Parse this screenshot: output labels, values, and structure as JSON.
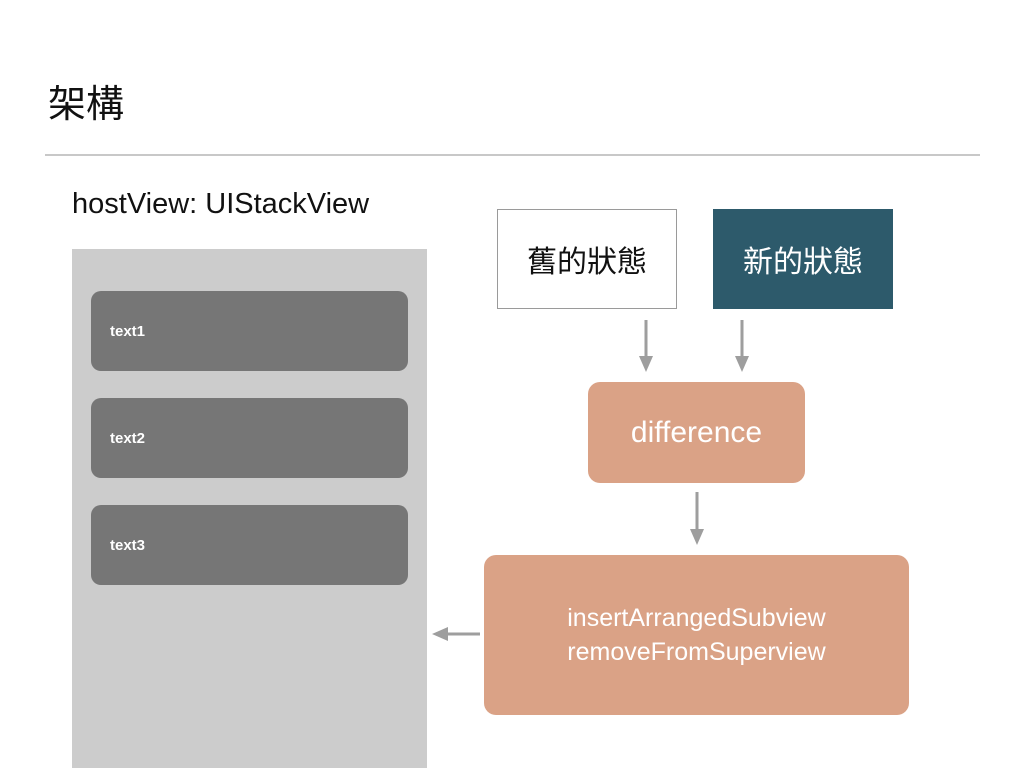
{
  "slide": {
    "title": "架構"
  },
  "host_view": {
    "label": "hostView: UIStackView",
    "items": [
      {
        "label": "text1"
      },
      {
        "label": "text2"
      },
      {
        "label": "text3"
      }
    ]
  },
  "states": {
    "old_label": "舊的狀態",
    "new_label": "新的狀態"
  },
  "process": {
    "difference_label": "difference",
    "methods": [
      "insertArrangedSubview",
      "removeFromSuperview"
    ]
  },
  "colors": {
    "new_state_fill": "#2d5a6b",
    "process_fill": "#daa286",
    "stack_item_fill": "#767676",
    "host_panel_fill": "#cccccc",
    "arrow": "#9e9e9e"
  }
}
